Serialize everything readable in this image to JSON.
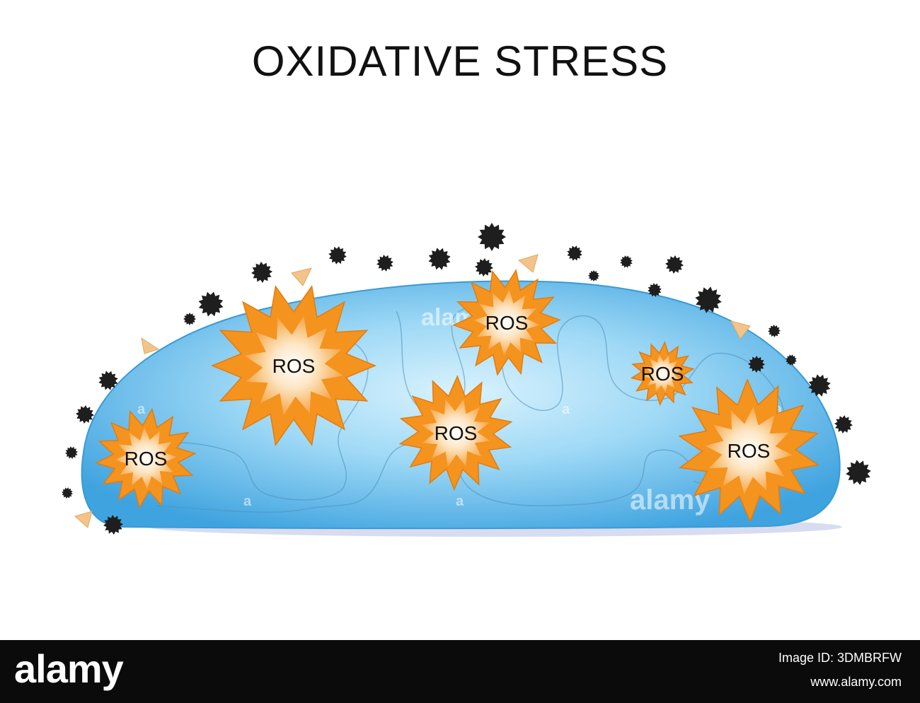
{
  "diagram": {
    "title": "OXIDATIVE STRESS",
    "ros_label": "ROS",
    "colors": {
      "cell_fill": "#5ab8e8",
      "cell_inner": "#bfe6fa",
      "ros_outer": "#f5931f",
      "ros_inner": "#fff1d8",
      "radical": "#1e1e1e",
      "antioxidant": "#f3c48a"
    }
  },
  "watermark": {
    "text": "alamy",
    "letter": "a"
  },
  "footer": {
    "brand": "alamy",
    "image_id": "Image ID: 3DMBRFW",
    "site": "www.alamy.com"
  }
}
